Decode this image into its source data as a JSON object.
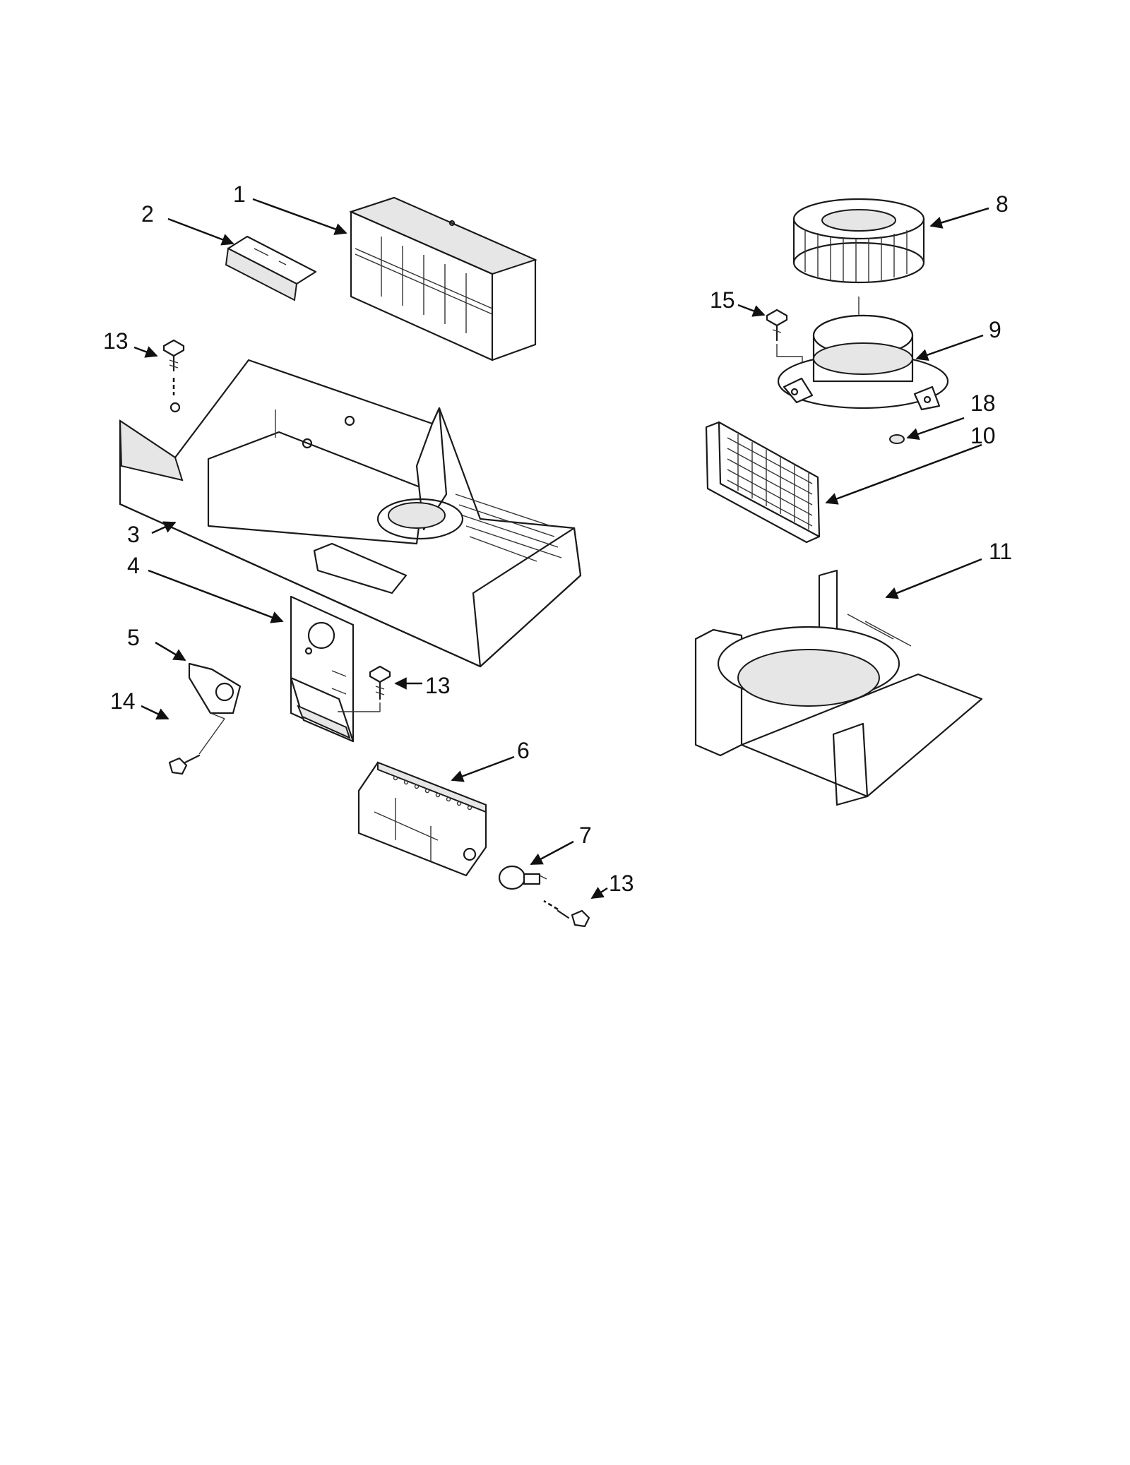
{
  "callouts": {
    "c1": "1",
    "c2": "2",
    "c3": "3",
    "c4": "4",
    "c5": "5",
    "c6": "6",
    "c7": "7",
    "c8": "8",
    "c9": "9",
    "c10": "10",
    "c11": "11",
    "c13a": "13",
    "c13b": "13",
    "c13c": "13",
    "c14": "14",
    "c15": "15",
    "c18": "18"
  },
  "colors": {
    "line": "#1a1a1a",
    "background": "#ffffff",
    "shade": "#e6e6e6"
  }
}
